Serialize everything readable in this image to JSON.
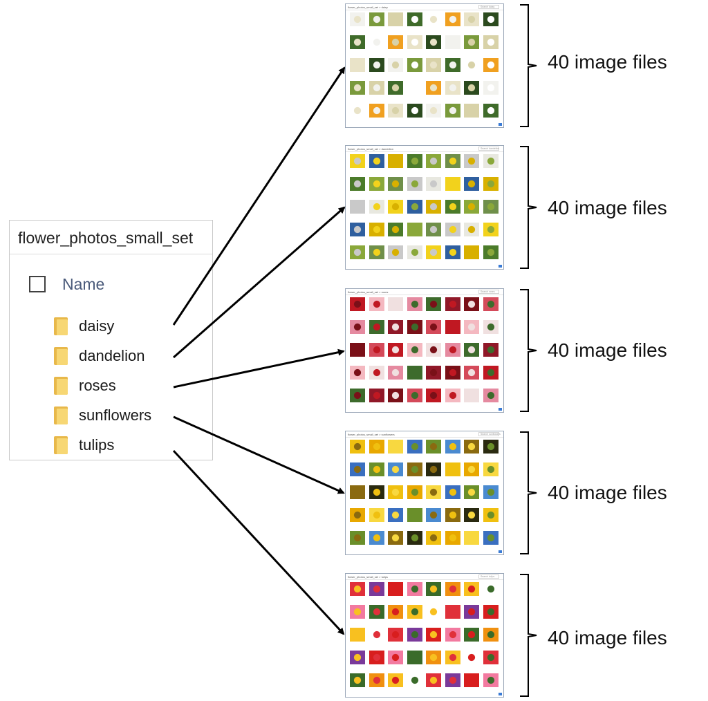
{
  "explorer": {
    "title": "flower_photos_small_set",
    "column_header": "Name",
    "folders": [
      {
        "label": "daisy"
      },
      {
        "label": "dandelion"
      },
      {
        "label": "roses"
      },
      {
        "label": "sunflowers"
      },
      {
        "label": "tulips"
      }
    ]
  },
  "windows": [
    {
      "path": "flower_photos_small_set > daisy",
      "search": "Search daisy",
      "palette": [
        "#f2f2ee",
        "#3f6b2a",
        "#e9e3c8",
        "#7a9a3c",
        "#ffffff",
        "#2b4a1e",
        "#d8d2a8",
        "#f0a020"
      ]
    },
    {
      "path": "flower_photos_small_set > dandelion",
      "search": "Search dandelion",
      "palette": [
        "#f2d21c",
        "#4b7b2a",
        "#c9c9c9",
        "#2f5f9f",
        "#8aa83a",
        "#e8e8e0",
        "#d8b000",
        "#6f8f4a"
      ]
    },
    {
      "path": "flower_photos_small_set > roses",
      "search": "Search roses",
      "palette": [
        "#c01822",
        "#e58aa0",
        "#7a1018",
        "#f4b8c0",
        "#3d6b2c",
        "#d44a5a",
        "#f0e0e0",
        "#901828"
      ]
    },
    {
      "path": "flower_photos_small_set > sunflowers",
      "search": "Search sunflowers",
      "palette": [
        "#f0c010",
        "#3a6fc0",
        "#8a6a10",
        "#e8a800",
        "#6a8f2a",
        "#2a2a10",
        "#f8d840",
        "#4a8ad0"
      ]
    },
    {
      "path": "flower_photos_small_set > tulips",
      "search": "Search tulips",
      "palette": [
        "#e0303a",
        "#f27aa0",
        "#f8c020",
        "#7a3a9a",
        "#3a6b2a",
        "#ffffff",
        "#d81e1e",
        "#f09010"
      ]
    }
  ],
  "labels": [
    "40 image files",
    "40 image files",
    "40 image files",
    "40 image files",
    "40 image files"
  ]
}
